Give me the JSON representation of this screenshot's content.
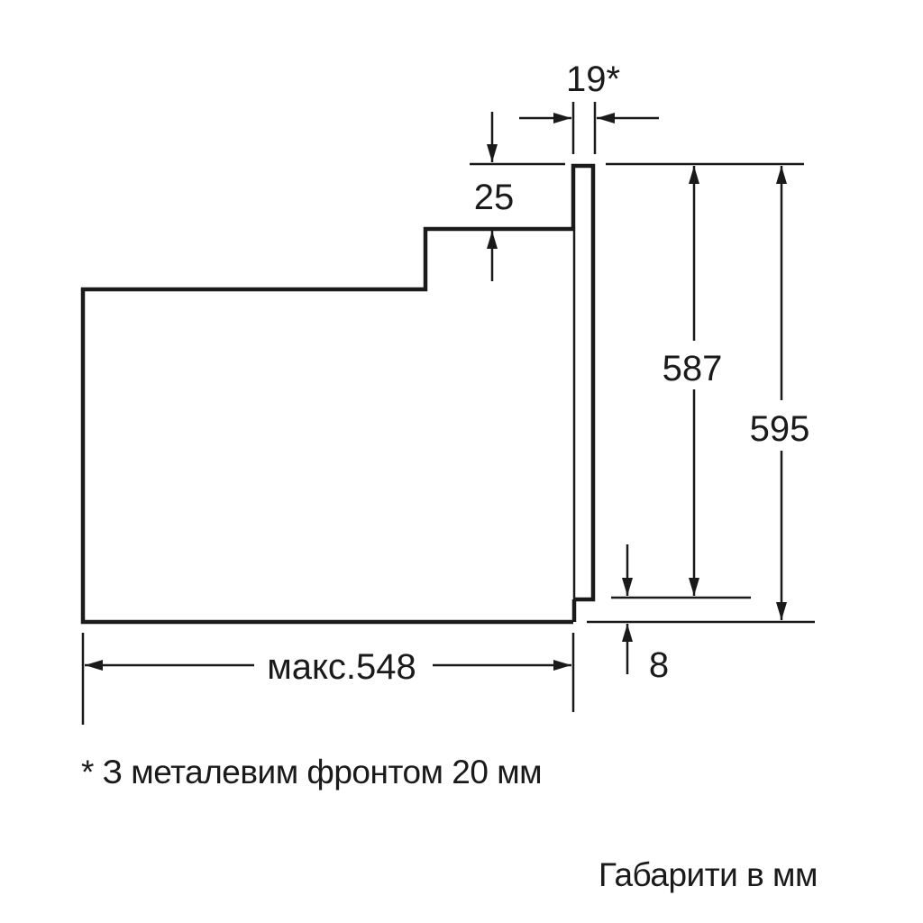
{
  "diagram": {
    "title": "Built-in oven side-view installation dimensions",
    "units": "mm",
    "line_color": "#1a1a1a",
    "background": "#ffffff",
    "dimensions": {
      "front_panel_thickness": {
        "label": "19*",
        "value": 19,
        "note_ref": "*"
      },
      "top_step_height": {
        "label": "25",
        "value": 25
      },
      "front_height_inner": {
        "label": "587",
        "value": 587
      },
      "total_height": {
        "label": "595",
        "value": 595
      },
      "bottom_offset": {
        "label": "8",
        "value": 8
      },
      "max_depth": {
        "label": "макс.548",
        "value": 548,
        "qualifier": "макс."
      }
    },
    "footnote": "* З металевим фронтом 20 мм",
    "units_note": "Габарити в мм"
  }
}
